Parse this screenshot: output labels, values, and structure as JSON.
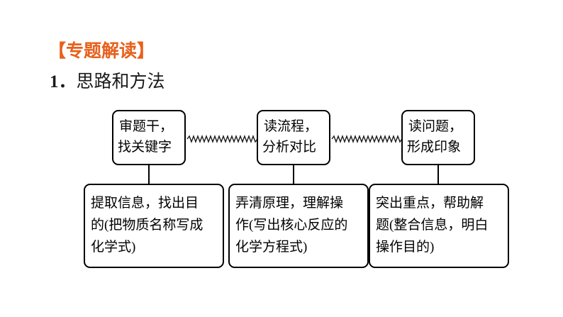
{
  "slide": {
    "background_color": "#FFFFFF",
    "heading": "【专题解读】",
    "heading_color": "#E8601C",
    "subheading_number": "1．",
    "subheading_text": "思路和方法"
  },
  "diagram": {
    "type": "flow-chart",
    "line_color": "#000000",
    "box_fill": "#FFFFFF",
    "top_nodes": [
      {
        "line1": "审题干，",
        "line2": "找关键字"
      },
      {
        "line1": "读流程，",
        "line2": "分析对比"
      },
      {
        "line1": "读问题，",
        "line2": "形成印象"
      }
    ],
    "bottom_nodes": [
      {
        "line1": "提取信息，找出目",
        "line2": "的(把物质名称写成",
        "line3": "化学式)"
      },
      {
        "line1": "弄清原理，理解操",
        "line2": "作(写出核心反应的",
        "line3": "化学方程式)"
      },
      {
        "line1": "突出重点，帮助解",
        "line2": "题(整合信息，明白",
        "line3": "操作目的)"
      }
    ],
    "connectors": {
      "horizontal_style": "squiggle",
      "vertical_style": "straight"
    }
  }
}
